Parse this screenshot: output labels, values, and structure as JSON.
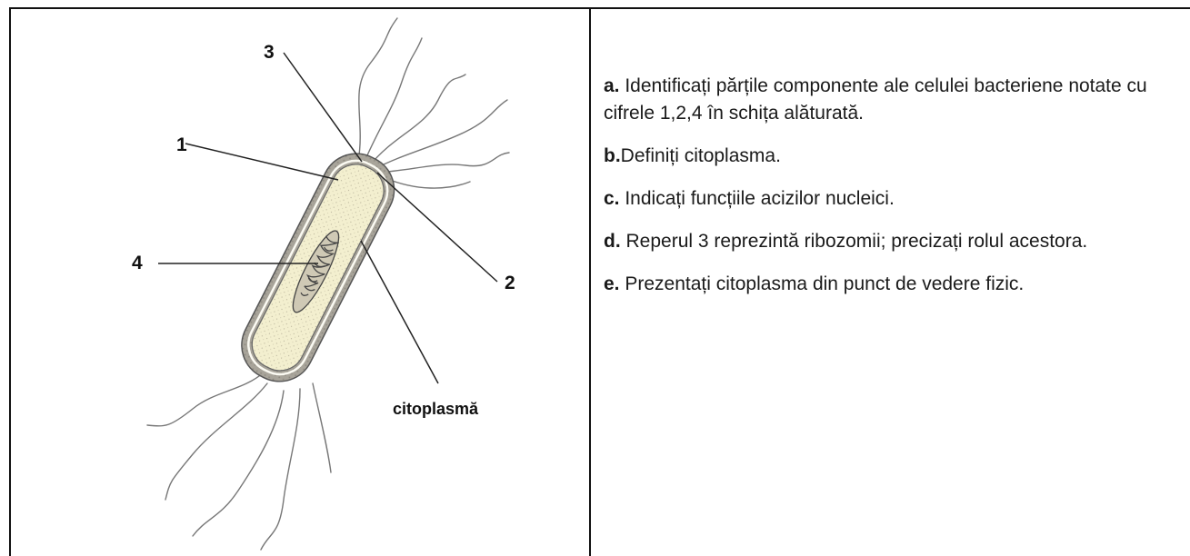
{
  "figure": {
    "labels": {
      "n1": "1",
      "n2": "2",
      "n3": "3",
      "n4": "4",
      "cytoplasm": "citoplasmă"
    }
  },
  "tasks": [
    {
      "letter": "a.",
      "text": " Identificați părțile componente ale celulei bacteriene notate cu cifrele 1,2,4 în schița alăturată."
    },
    {
      "letter": "b.",
      "text": "Definiți citoplasma."
    },
    {
      "letter": "c.",
      "text": " Indicați funcțiile acizilor nucleici."
    },
    {
      "letter": "d.",
      "text": " Reperul 3 reprezintă ribozomii; precizați rolul acestora."
    },
    {
      "letter": "e.",
      "text": " Prezentați citoplasma din punct de vedere fizic."
    }
  ]
}
